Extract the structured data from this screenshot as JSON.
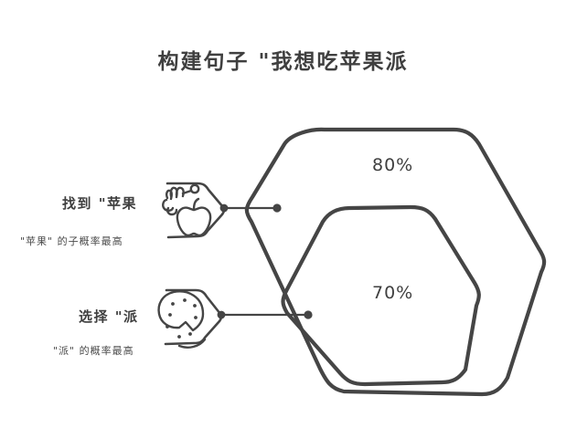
{
  "diagram": {
    "title": "构建句子 \"我想吃苹果派",
    "nodes": [
      {
        "id": "apple",
        "label": "找到 \"苹果",
        "sublabel": "\"苹果\" 的子概率最高",
        "icon": "hand-picking-apple-icon"
      },
      {
        "id": "pie",
        "label": "选择 \"派",
        "sublabel": "\"派\" 的概率最高",
        "icon": "apple-pie-slice-icon"
      }
    ],
    "regions": [
      {
        "id": "outer-hexagon",
        "percent": "80%"
      },
      {
        "id": "inner-hexagon",
        "percent": "70%"
      }
    ],
    "colors": {
      "stroke": "#454545",
      "text": "#3f3f3f",
      "background": "#ffffff"
    }
  }
}
